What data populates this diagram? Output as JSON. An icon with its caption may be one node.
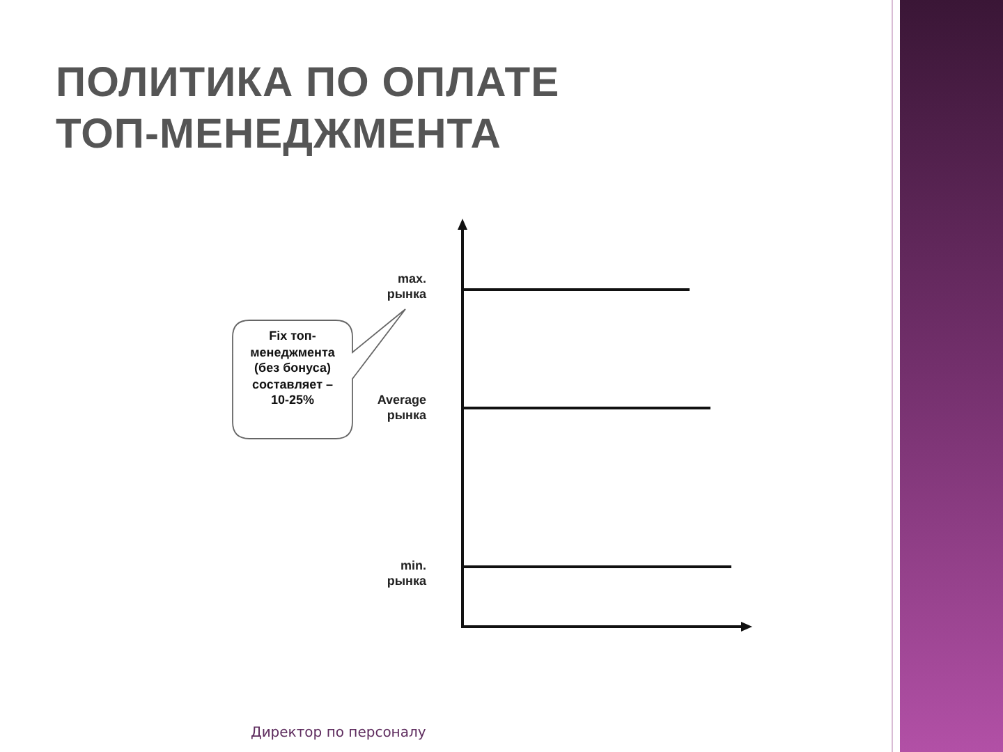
{
  "diagram": {
    "title": "ПОЛИТИКА ПО ОПЛАТЕ ТОП-МЕНЕДЖМЕНТА",
    "nodes": [
      {
        "text": [
          "Fix топ-менеджмента (без бонуса) составляет – 10-25%"
        ]
      }
    ],
    "labels": [
      "max. рынка",
      "Average рынка",
      "min. рынка",
      "Директор по персоналу"
    ]
  }
}
